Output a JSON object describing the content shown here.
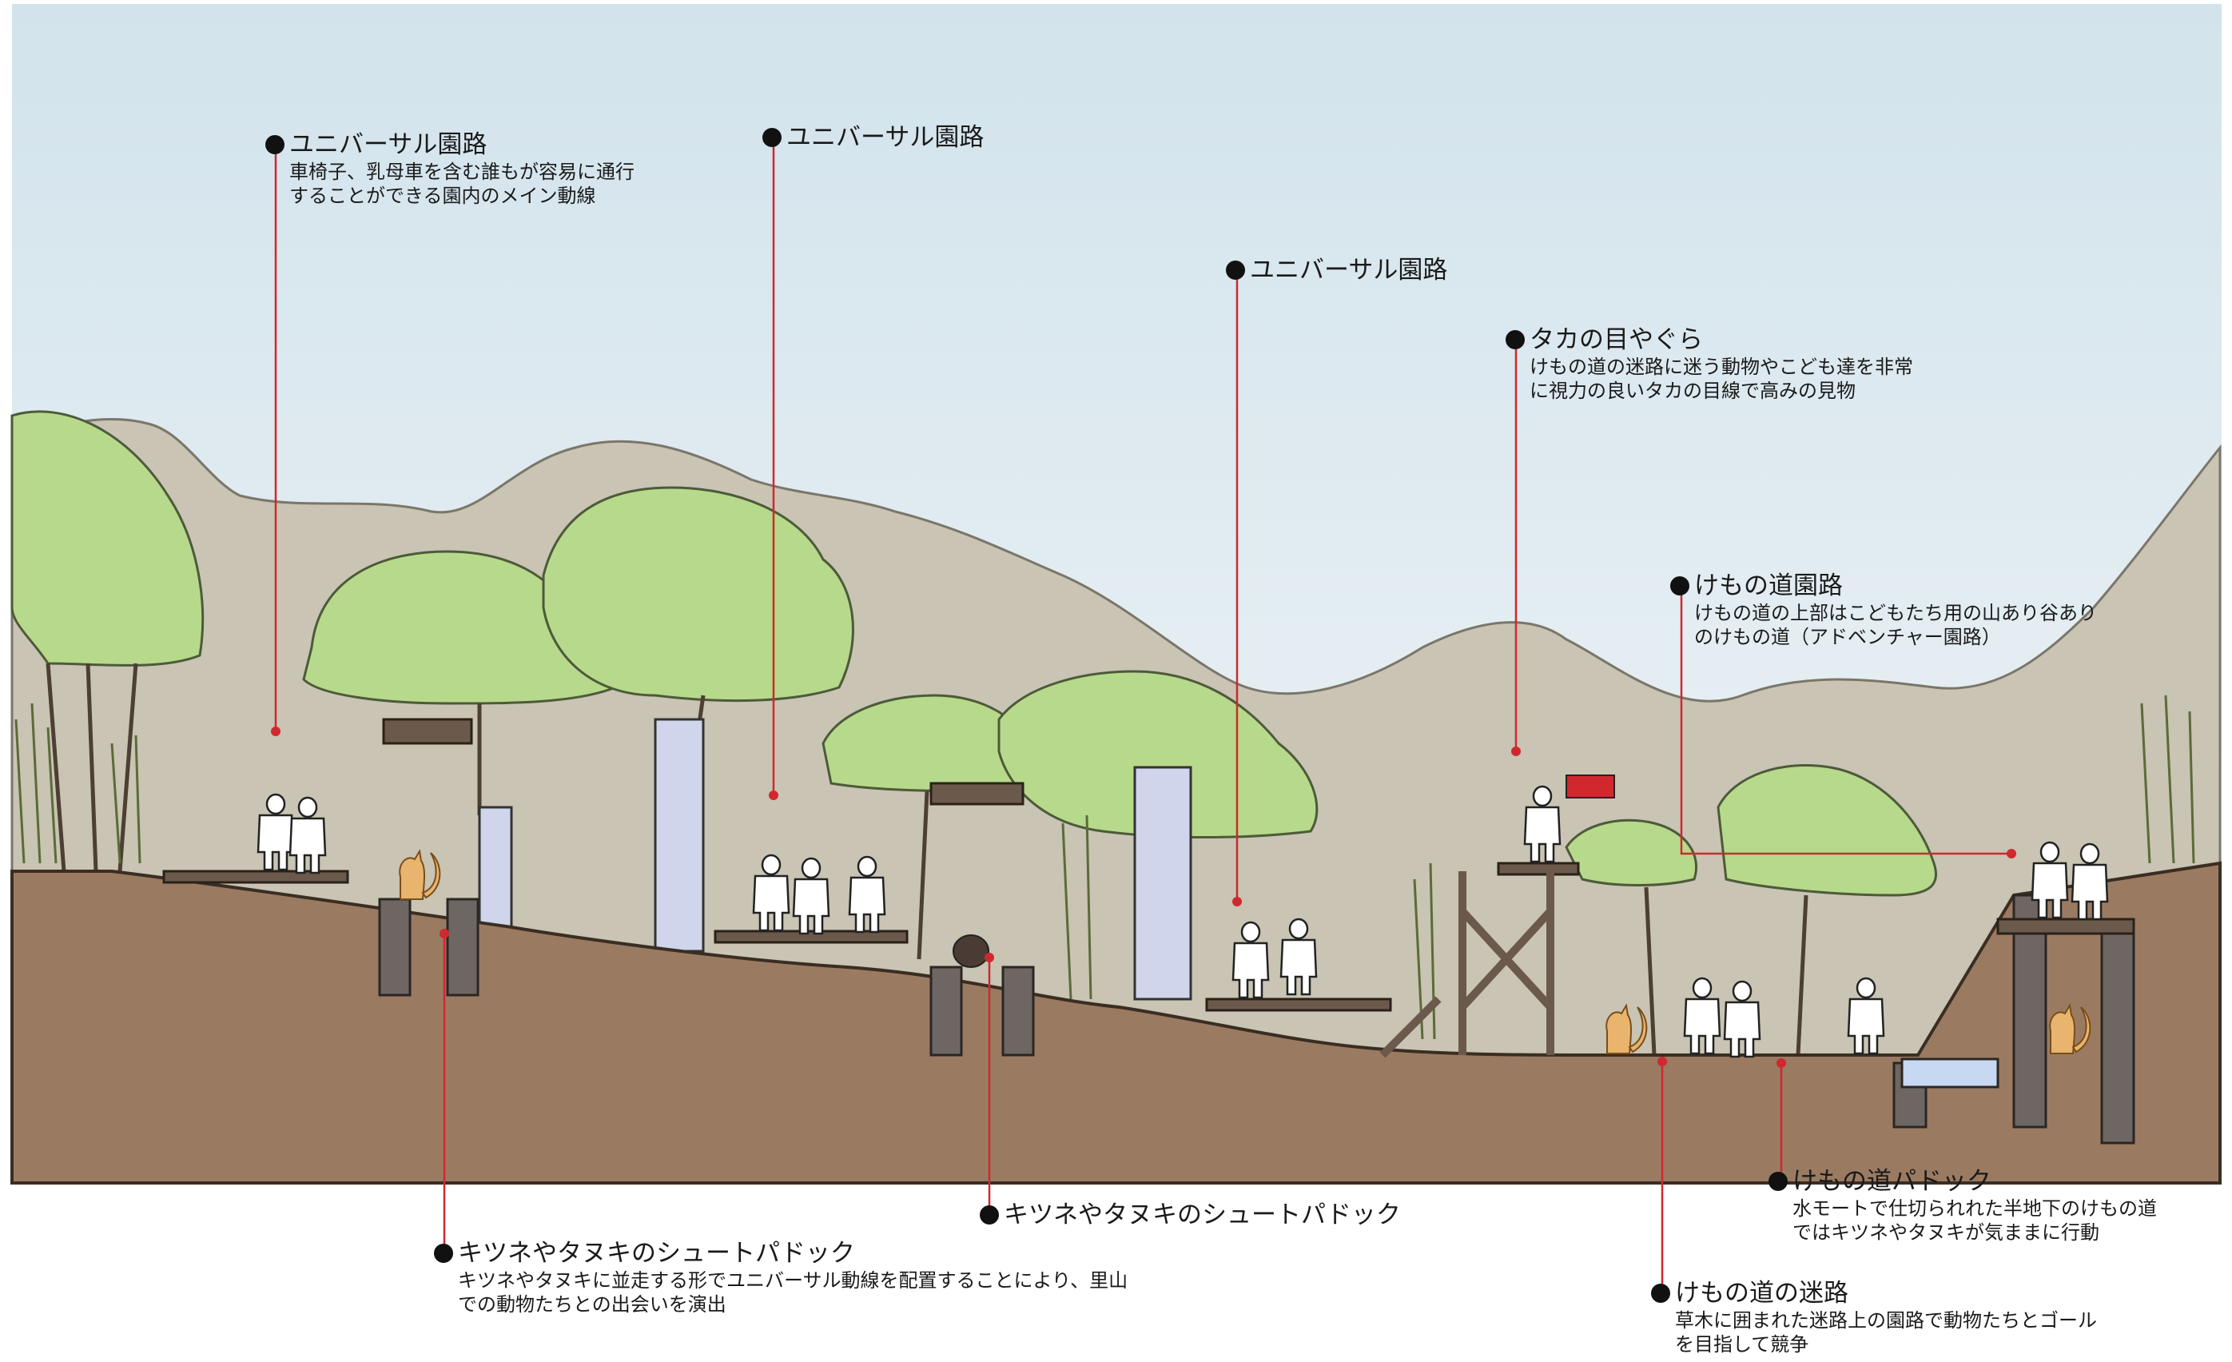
{
  "colors": {
    "sky_top": "#d2e3ec",
    "sky_bottom": "#f2f6f7",
    "mountain": "#c9c4b3",
    "ground": "#9a7b62",
    "tree": "#b7d98b",
    "pillar": "#cfd5ea",
    "leader_line": "#d0282e",
    "wood": "#6b5a4c",
    "concrete": "#6d6663",
    "fox": "#e9b46d",
    "tanuki": "#4a3c34",
    "water": "#c7d8f2"
  },
  "callouts": [
    {
      "id": "universal-path-1",
      "title": "ユニバーサル園路",
      "lines": [
        "車椅子、乳母車を含む誰もが容易に通行",
        "することができる園内のメイン動線"
      ]
    },
    {
      "id": "universal-path-2",
      "title": "ユニバーサル園路",
      "lines": []
    },
    {
      "id": "universal-path-3",
      "title": "ユニバーサル園路",
      "lines": []
    },
    {
      "id": "hawk-eye-tower",
      "title": "タカの目やぐら",
      "lines": [
        "けもの道の迷路に迷う動物やこども達を非常",
        "に視力の良いタカの目線で高みの見物"
      ]
    },
    {
      "id": "animal-trail-path",
      "title": "けもの道園路",
      "lines": [
        "けもの道の上部はこどもたち用の山あり谷あり",
        "のけもの道（アドベンチャー園路）"
      ]
    },
    {
      "id": "chute-paddock-1",
      "title": "キツネやタヌキのシュートパドック",
      "lines": [
        "キツネやタヌキに並走する形でユニバーサル動線を配置することにより、里山",
        "での動物たちとの出会いを演出"
      ]
    },
    {
      "id": "chute-paddock-2",
      "title": "キツネやタヌキのシュートパドック",
      "lines": []
    },
    {
      "id": "animal-trail-paddock",
      "title": "けもの道パドック",
      "lines": [
        "水モートで仕切られれた半地下のけもの道",
        "ではキツネやタヌキが気ままに行動"
      ]
    },
    {
      "id": "animal-trail-maze",
      "title": "けもの道の迷路",
      "lines": [
        "草木に囲まれた迷路上の園路で動物たちとゴール",
        "を目指して競争"
      ]
    }
  ]
}
